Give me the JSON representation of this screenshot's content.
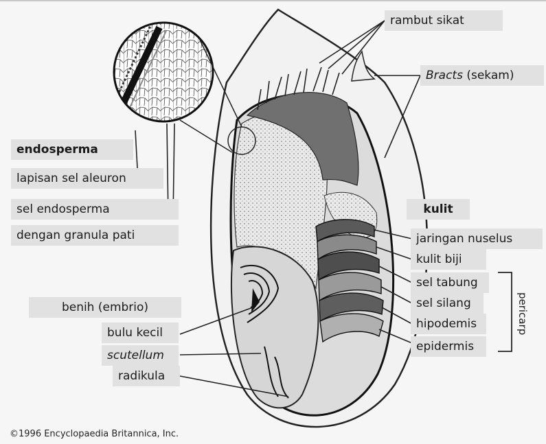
{
  "labels": {
    "rambut_sikat": "rambut sikat",
    "bracts_italic": "Bracts",
    "bracts_rest": " (sekam)",
    "endosperma": "endosperma",
    "lapisan": "lapisan sel aleuron",
    "sel_endosperma": "sel endosperma",
    "granula": "dengan granula pati",
    "kulit": "kulit",
    "jaringan": "jaringan nuselus",
    "kulit_biji": "kulit biji",
    "sel_tabung": "sel tabung",
    "sel_silang": "sel silang",
    "hipodemis": "hipodemis",
    "epidermis": "epidermis",
    "pericarp": "pericarp",
    "benih": "benih (embrio)",
    "bulu_kecil": "bulu kecil",
    "scutellum": "scutellum",
    "radikula": "radikula"
  },
  "copyright": "©1996 Encyclopaedia Britannica, Inc."
}
